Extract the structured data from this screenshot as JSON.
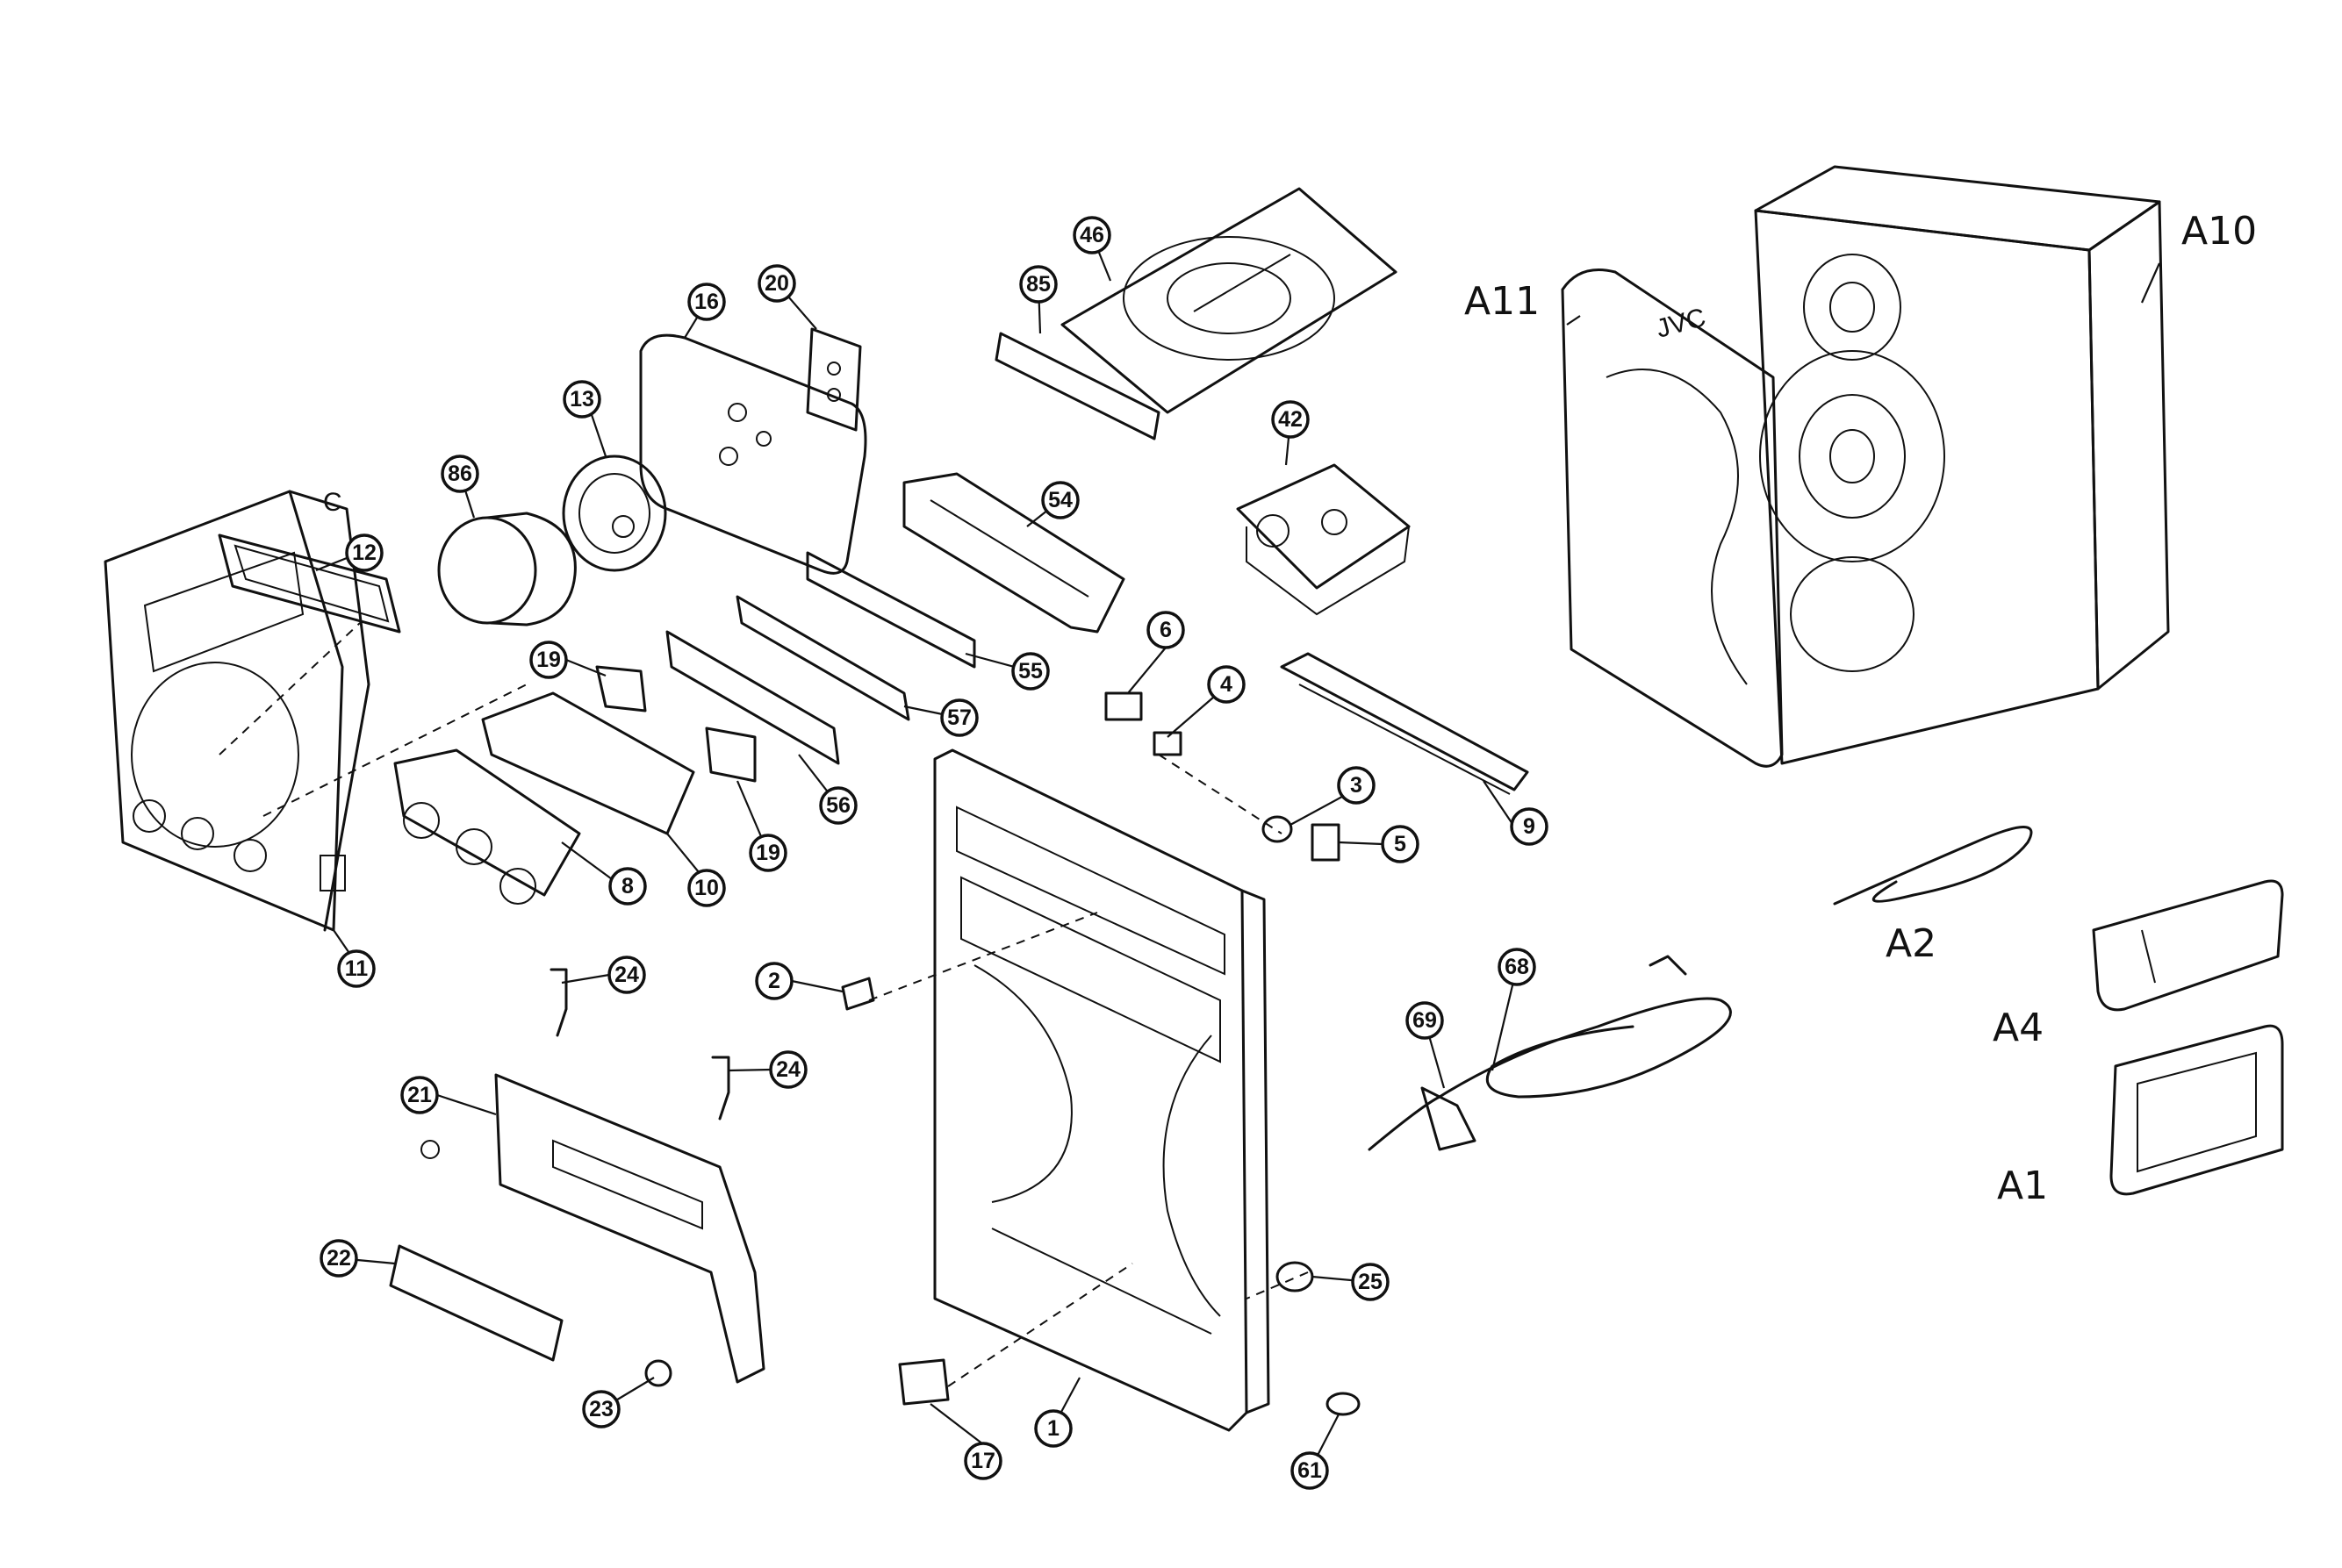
{
  "diagram": {
    "callouts": [
      {
        "id": "c1",
        "label": "1"
      },
      {
        "id": "c2",
        "label": "2"
      },
      {
        "id": "c3",
        "label": "3"
      },
      {
        "id": "c4",
        "label": "4"
      },
      {
        "id": "c5",
        "label": "5"
      },
      {
        "id": "c6",
        "label": "6"
      },
      {
        "id": "c8",
        "label": "8"
      },
      {
        "id": "c9",
        "label": "9"
      },
      {
        "id": "c10",
        "label": "10"
      },
      {
        "id": "c11",
        "label": "11"
      },
      {
        "id": "c12",
        "label": "12"
      },
      {
        "id": "c13",
        "label": "13"
      },
      {
        "id": "c16",
        "label": "16"
      },
      {
        "id": "c17",
        "label": "17"
      },
      {
        "id": "c19a",
        "label": "19"
      },
      {
        "id": "c19b",
        "label": "19"
      },
      {
        "id": "c20",
        "label": "20"
      },
      {
        "id": "c21",
        "label": "21"
      },
      {
        "id": "c22",
        "label": "22"
      },
      {
        "id": "c23",
        "label": "23"
      },
      {
        "id": "c24a",
        "label": "24"
      },
      {
        "id": "c24b",
        "label": "24"
      },
      {
        "id": "c25",
        "label": "25"
      },
      {
        "id": "c42",
        "label": "42"
      },
      {
        "id": "c46",
        "label": "46"
      },
      {
        "id": "c54",
        "label": "54"
      },
      {
        "id": "c55",
        "label": "55"
      },
      {
        "id": "c56",
        "label": "56"
      },
      {
        "id": "c57",
        "label": "57"
      },
      {
        "id": "c61",
        "label": "61"
      },
      {
        "id": "c68",
        "label": "68"
      },
      {
        "id": "c69",
        "label": "69"
      },
      {
        "id": "c85",
        "label": "85"
      },
      {
        "id": "c86",
        "label": "86"
      }
    ],
    "labels": {
      "a1": "A1",
      "a2": "A2",
      "a4": "A4",
      "a10": "A10",
      "a11": "A11",
      "c": "C",
      "jvc": "JVC"
    }
  }
}
